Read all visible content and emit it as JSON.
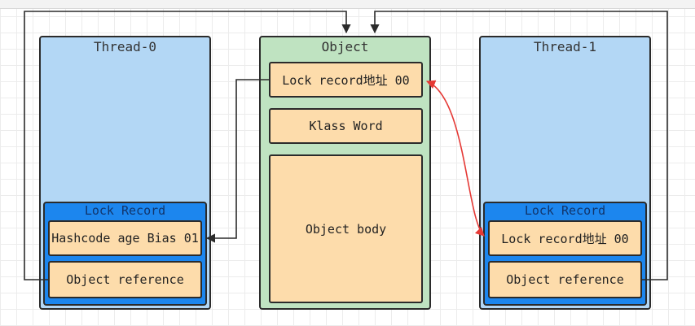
{
  "diagram": {
    "thread0": {
      "title": "Thread-0",
      "lock_record": {
        "title": "Lock Record",
        "header": "Hashcode age Bias 01",
        "reference": "Object reference"
      }
    },
    "object": {
      "title": "Object",
      "mark_word": "Lock record地址 00",
      "klass_word": "Klass Word",
      "body": "Object body"
    },
    "thread1": {
      "title": "Thread-1",
      "lock_record": {
        "title": "Lock Record",
        "header": "Lock record地址 00",
        "reference": "Object reference"
      }
    },
    "colors": {
      "thread_fill": "#b3d7f5",
      "object_fill": "#bfe3c1",
      "lock_record_fill": "#1c86ee",
      "cell_fill": "#fddcab",
      "cas_arrow": "#e53935",
      "wire": "#2b2b2b"
    }
  }
}
